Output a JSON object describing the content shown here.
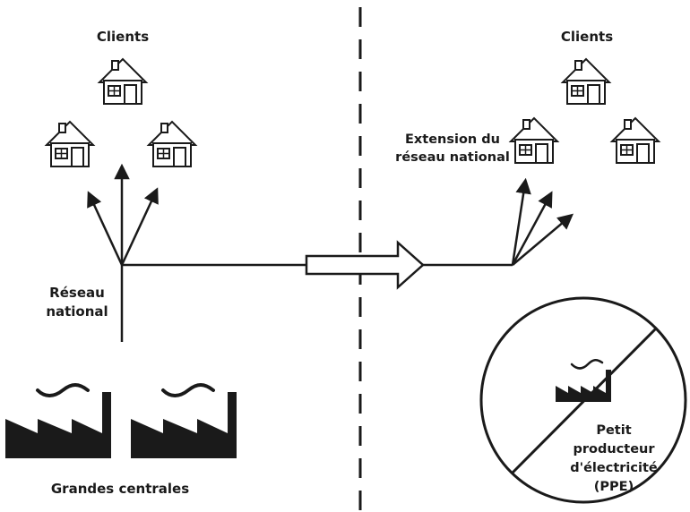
{
  "colors": {
    "ink": "#1a1a1a",
    "background": "#ffffff"
  },
  "left": {
    "clients_label": "Clients",
    "network_label_line1": "Réseau",
    "network_label_line2": "national",
    "plants_label": "Grandes centrales",
    "houses": 3,
    "plants": 2
  },
  "right": {
    "clients_label": "Clients",
    "extension_label_line1": "Extension du",
    "extension_label_line2": "réseau national",
    "ppe_label_line1": "Petit",
    "ppe_label_line2": "producteur",
    "ppe_label_line3": "d'électricité",
    "ppe_label_line4": "(PPE)",
    "houses": 3
  },
  "icons": {
    "house": "house-icon",
    "factory": "factory-icon",
    "transition_arrow": "hollow-arrow-icon",
    "prohibited": "no-sign-icon"
  }
}
